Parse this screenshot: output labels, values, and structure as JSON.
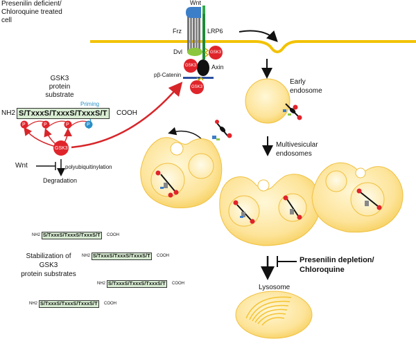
{
  "cell_title": [
    "Presenilin deficient/",
    "Chloroquine treated",
    "cell"
  ],
  "receptor": {
    "wnt": "Wnt",
    "frz": "Frz",
    "lrp6": "LRP6",
    "dvl": "Dvl",
    "gsk3": "GSK3",
    "axin": "Axin",
    "pbeta_catenin": "pβ-Catenin"
  },
  "substrate": {
    "heading": [
      "GSK3",
      "protein",
      "substrate"
    ],
    "nh2": "NH2",
    "sequence": "S/TxxxS/TxxxS/TxxxS/T",
    "cooh": "COOH",
    "priming": "Priming",
    "p_label": "P",
    "enzyme": "GSK3",
    "wnt": "Wnt",
    "polyubiquitinylation": "polyubiquitinylation",
    "degradation": "Degradation"
  },
  "endosomes": {
    "early": [
      "Early",
      "endosome"
    ],
    "multivesicular": [
      "Multivesicular",
      "endosomes"
    ],
    "lysosome": "Lysosome"
  },
  "inhibition": [
    "Presenilin depletion/",
    "Chloroquine"
  ],
  "stabilization": [
    "Stabilization of",
    "GSK3",
    "protein substrates"
  ],
  "stabilized_sequences": [
    {
      "nh2": "NH2",
      "seq": "S/TxxxS/TxxxS/TxxxS/T",
      "cooh": "COOH"
    },
    {
      "nh2": "NH2",
      "seq": "S/TxxxS/TxxxS/TxxxS/T",
      "cooh": "COOH"
    },
    {
      "nh2": "NH2",
      "seq": "S/TxxxS/TxxxS/TxxxS/T",
      "cooh": "COOH"
    },
    {
      "nh2": "NH2",
      "seq": "S/TxxxS/TxxxS/TxxxS/T",
      "cooh": "COOH"
    }
  ],
  "colors": {
    "membrane": "#f2c200",
    "gsk3": "#e0242b",
    "vesicle_fill": "#fde49a",
    "vesicle_edge": "#f0c040",
    "arrow_red": "#d7262a",
    "seq_box": "#d8ecd2",
    "priming": "#2a8fc8"
  }
}
